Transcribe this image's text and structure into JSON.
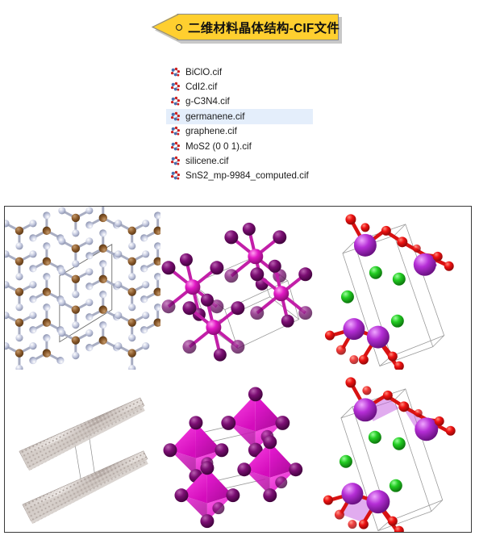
{
  "banner": {
    "title": "二维材料晶体结构-CIF文件",
    "bullet_icon": "circle-bullet-icon",
    "fill_color": "#FFCF2F",
    "border_color": "#8A8A8A",
    "shadow_color": "#C8C8C8"
  },
  "file_list": {
    "icon_name": "molecule-file-icon",
    "selected_index": 3,
    "selection_color": "#E4EEFB",
    "items": [
      {
        "name": "BiClO.cif",
        "selected": false
      },
      {
        "name": "CdI2.cif",
        "selected": false
      },
      {
        "name": "g-C3N4.cif",
        "selected": false
      },
      {
        "name": "germanene.cif",
        "selected": true
      },
      {
        "name": "graphene.cif",
        "selected": false
      },
      {
        "name": "MoS2 (0 0 1).cif",
        "selected": false
      },
      {
        "name": "silicene.cif",
        "selected": false
      },
      {
        "name": "SnS2_mp-9984_computed.cif",
        "selected": false
      }
    ]
  },
  "structures_panel": {
    "border_color": "#3A3A3A",
    "background": "#FFFFFF",
    "cells": [
      {
        "id": "gc3n4-ball-stick",
        "label": "g-C3N4 honeycomb ball-and-stick",
        "atom_colors": {
          "carbon": "#8B5A2B",
          "nitrogen": "#C5CAE0"
        },
        "cell_line_color": "#6E6E6E"
      },
      {
        "id": "cdi2-ball-stick",
        "label": "CdI2 ball-and-stick",
        "atom_colors": {
          "cadmium": "#E119C4",
          "iodine": "#7B0E73"
        },
        "cell_line_color": "#9A9A9A"
      },
      {
        "id": "biclo-ball-stick",
        "label": "BiClO ball-and-stick",
        "atom_colors": {
          "bismuth": "#B52ED6",
          "oxygen": "#EE1111",
          "chlorine": "#22CC22"
        },
        "cell_line_color": "#9A9A9A"
      },
      {
        "id": "layered-sheets",
        "label": "Layered 2D sheets edge view",
        "atom_colors": {
          "sheet": "#B8ADA8",
          "highlight": "#E8E2DE"
        },
        "cell_line_color": "#9A9A9A"
      },
      {
        "id": "cdi2-polyhedra",
        "label": "CdI2 polyhedral representation",
        "atom_colors": {
          "polyhedron": "#E919D4",
          "iodine": "#7B0E73"
        },
        "cell_line_color": "#9A9A9A"
      },
      {
        "id": "biclo-polyhedra",
        "label": "BiClO polyhedral representation",
        "atom_colors": {
          "bismuth": "#B52ED6",
          "oxygen": "#EE1111",
          "chlorine": "#22CC22"
        },
        "cell_line_color": "#9A9A9A"
      }
    ]
  }
}
